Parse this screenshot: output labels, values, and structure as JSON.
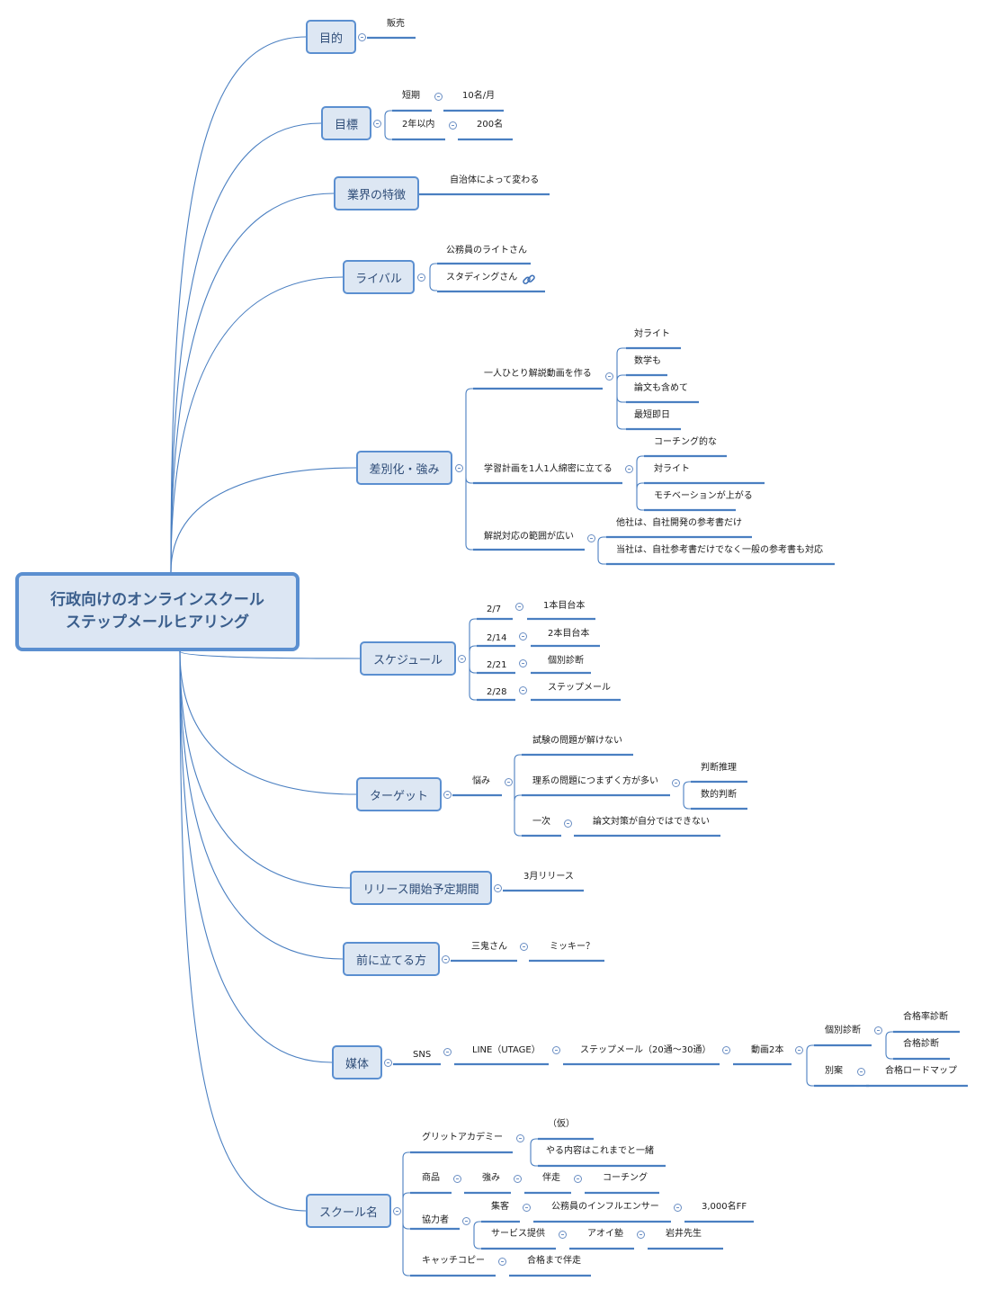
{
  "central": {
    "line1": "行政向けのオンラインスクール",
    "line2": "ステップメールヒアリング"
  },
  "topics": {
    "purpose": "目的",
    "goal": "目標",
    "industry": "業界の特徴",
    "rival": "ライバル",
    "diff": "差別化・強み",
    "schedule": "スケジュール",
    "target": "ターゲット",
    "release": "リリース開始予定期間",
    "front": "前に立てる方",
    "media": "媒体",
    "school": "スクール名"
  },
  "purpose": {
    "sales": "販売"
  },
  "goal": {
    "short": "短期",
    "short_val": "10名/月",
    "two": "2年以内",
    "two_val": "200名"
  },
  "industry": {
    "note": "自治体によって変わる"
  },
  "rival": {
    "r1": "公務員のライトさん",
    "r2": "スタディングさん"
  },
  "diff": {
    "a": "一人ひとり解説動画を作る",
    "a1": "対ライト",
    "a2": "数学も",
    "a3": "論文も含めて",
    "a4": "最短即日",
    "b": "学習計画を1人1人綿密に立てる",
    "b1": "コーチング的な",
    "b2": "対ライト",
    "b3": "モチベーションが上がる",
    "c": "解説対応の範囲が広い",
    "c1": "他社は、自社開発の参考書だけ",
    "c2": "当社は、自社参考書だけでなく一般の参考書も対応"
  },
  "schedule": {
    "d1": "2/7",
    "v1": "1本目台本",
    "d2": "2/14",
    "v2": "2本目台本",
    "d3": "2/21",
    "v3": "個別診断",
    "d4": "2/28",
    "v4": "ステップメール"
  },
  "target": {
    "worry": "悩み",
    "t1": "試験の問題が解けない",
    "t2": "理系の問題につまずく方が多い",
    "t2a": "判断推理",
    "t2b": "数的判断",
    "t3": "一次",
    "t3a": "論文対策が自分ではできない"
  },
  "release": {
    "r": "3月リリース"
  },
  "front": {
    "f": "三鬼さん",
    "f1": "ミッキー？"
  },
  "media": {
    "sns": "SNS",
    "line": "LINE（UTAGE）",
    "step": "ステップメール（20通〜30通）",
    "video": "動画2本",
    "ind": "個別診断",
    "ind1": "合格率診断",
    "ind2": "合格診断",
    "alt": "別案",
    "alt1": "合格ロードマップ"
  },
  "school": {
    "grit": "グリットアカデミー",
    "grit1": "（仮）",
    "grit2": "やる内容はこれまでと一緒",
    "product": "商品",
    "strength": "強み",
    "accomp": "伴走",
    "coaching": "コーチング",
    "coop": "協力者",
    "attract": "集客",
    "influencer": "公務員のインフルエンサー",
    "ff": "3,000名FF",
    "service": "サービス提供",
    "aoi": "アオイ塾",
    "iwai": "岩井先生",
    "catch": "キャッチコピー",
    "catch1": "合格まで伴走"
  },
  "colors": {
    "line": "#4a7fc1",
    "topic_fill": "#dde7f3",
    "topic_border": "#5b8fd0",
    "central_text": "#3a5e8c"
  }
}
